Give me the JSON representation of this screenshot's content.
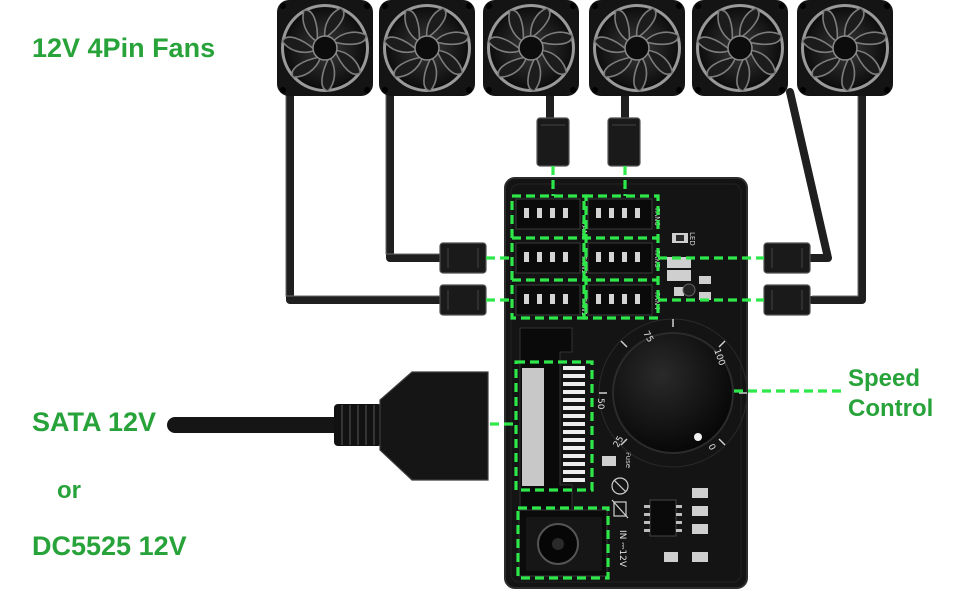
{
  "labels": {
    "fans_title": "12V 4Pin Fans",
    "sata": "SATA 12V",
    "or": "or",
    "dc": "DC5525 12V",
    "speed_line1": "Speed",
    "speed_line2": "Control"
  },
  "headers": [
    "FAN1",
    "FAN2",
    "FAN3",
    "FAN4",
    "FAN5",
    "FAN6"
  ],
  "dial_marks": [
    "0",
    "25",
    "50",
    "75",
    "100"
  ],
  "pcb_markings": {
    "fuse": "Fuse",
    "led": "LED",
    "input": "IN ⎓12V"
  },
  "colors": {
    "accent_green": "#27a33a",
    "dash_green": "#2ee84a",
    "board": "#151515",
    "cable": "#1e1e1e"
  }
}
